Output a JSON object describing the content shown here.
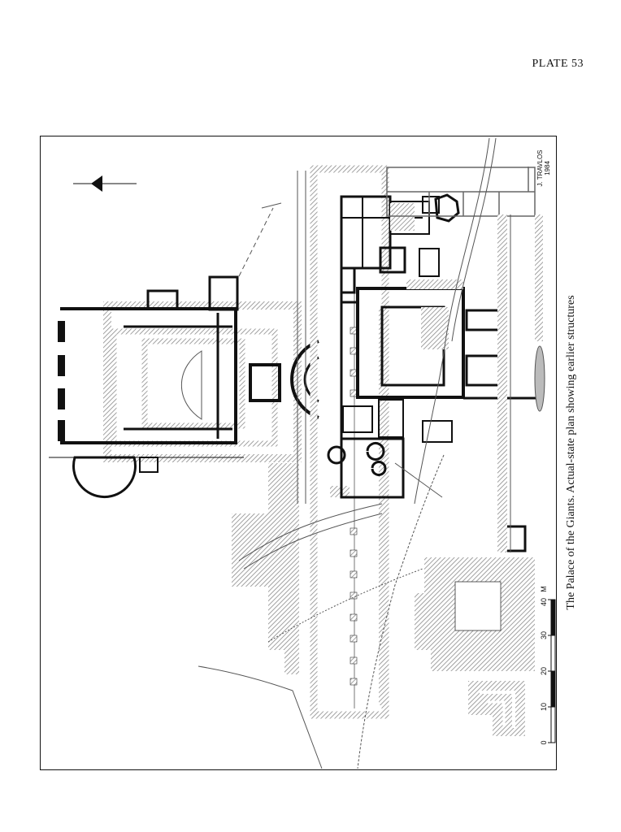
{
  "plate": {
    "label": "PLATE 53"
  },
  "figure": {
    "caption": "The Palace of the Giants. Actual-state plan showing earlier structures",
    "credit": {
      "name": "J. TRAVLOS",
      "year": "1984"
    },
    "north_arrow": {
      "icon": "north-arrow-icon"
    },
    "scale_bar": {
      "ticks": [
        "0",
        "10",
        "20",
        "30",
        "40"
      ],
      "unit": "M"
    }
  },
  "colors": {
    "ink": "#111111",
    "hatch": "#9a9a9a",
    "paper": "#ffffff"
  }
}
